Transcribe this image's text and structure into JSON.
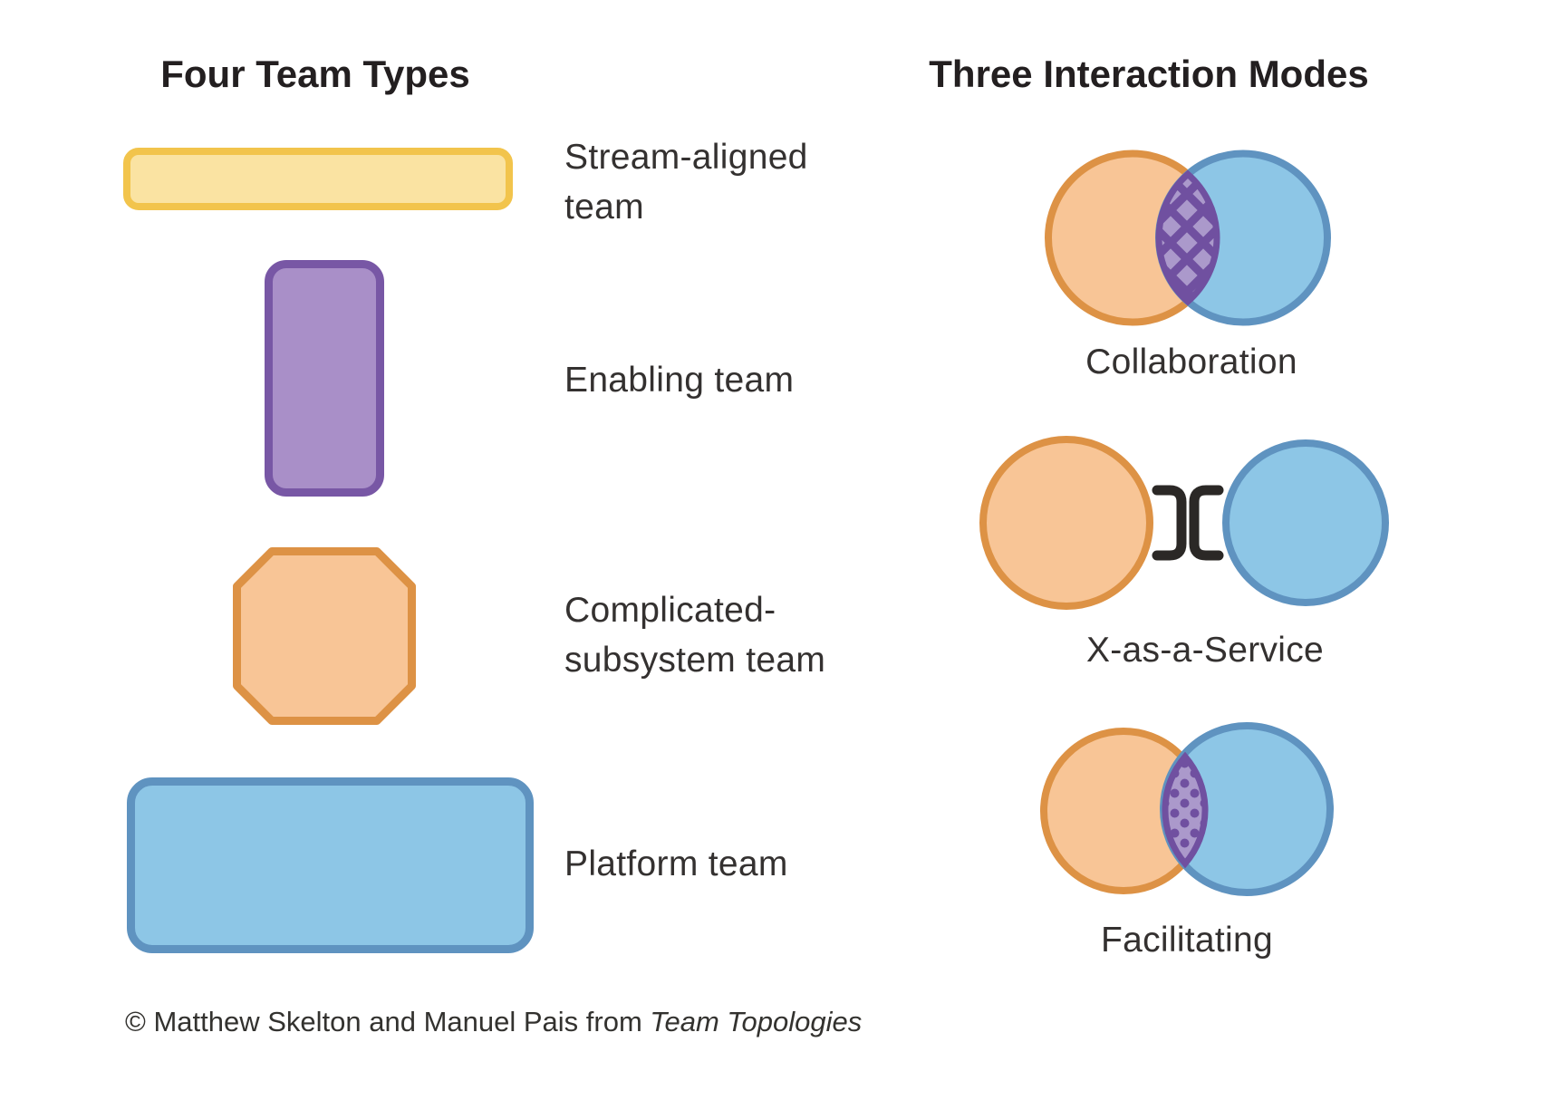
{
  "left_panel": {
    "title": "Four Team Types",
    "teams": [
      {
        "name": "stream-aligned-team",
        "label": "Stream-aligned\nteam"
      },
      {
        "name": "enabling-team",
        "label": "Enabling team"
      },
      {
        "name": "complicated-subsystem-team",
        "label": "Complicated-\nsubsystem team"
      },
      {
        "name": "platform-team",
        "label": "Platform team"
      }
    ]
  },
  "right_panel": {
    "title": "Three Interaction Modes",
    "modes": [
      {
        "name": "collaboration",
        "label": "Collaboration"
      },
      {
        "name": "x-as-a-service",
        "label": "X-as-a-Service"
      },
      {
        "name": "facilitating",
        "label": "Facilitating"
      }
    ]
  },
  "footer": {
    "text_prefix": "© Matthew Skelton and Manuel Pais from ",
    "text_italic": "Team Topologies"
  },
  "colors": {
    "title-text": "#231f20",
    "label-text": "#343130",
    "footer-text": "#33322f",
    "yellow-border": "#f2c44c",
    "yellow-fill": "#fae3a2",
    "purple-border": "#7857a5",
    "purple-fill": "#a98fc8",
    "orange-border": "#dd9245",
    "orange-fill": "#f8c596",
    "blue-border": "#5f93c0",
    "blue-fill": "#8dc6e6",
    "overlap-dark": "#7050a0",
    "overlap-light": "#ab99cb",
    "xaas-symbol": "#2b2826"
  }
}
